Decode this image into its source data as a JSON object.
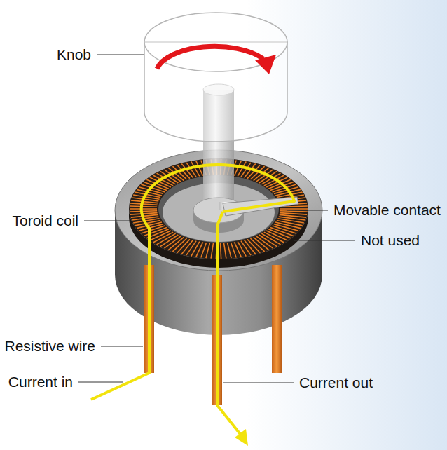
{
  "diagram": {
    "labels": [
      "Knob",
      "Toroid coil",
      "Movable contact",
      "Not used",
      "Resistive wire",
      "Current in",
      "Current out"
    ]
  }
}
